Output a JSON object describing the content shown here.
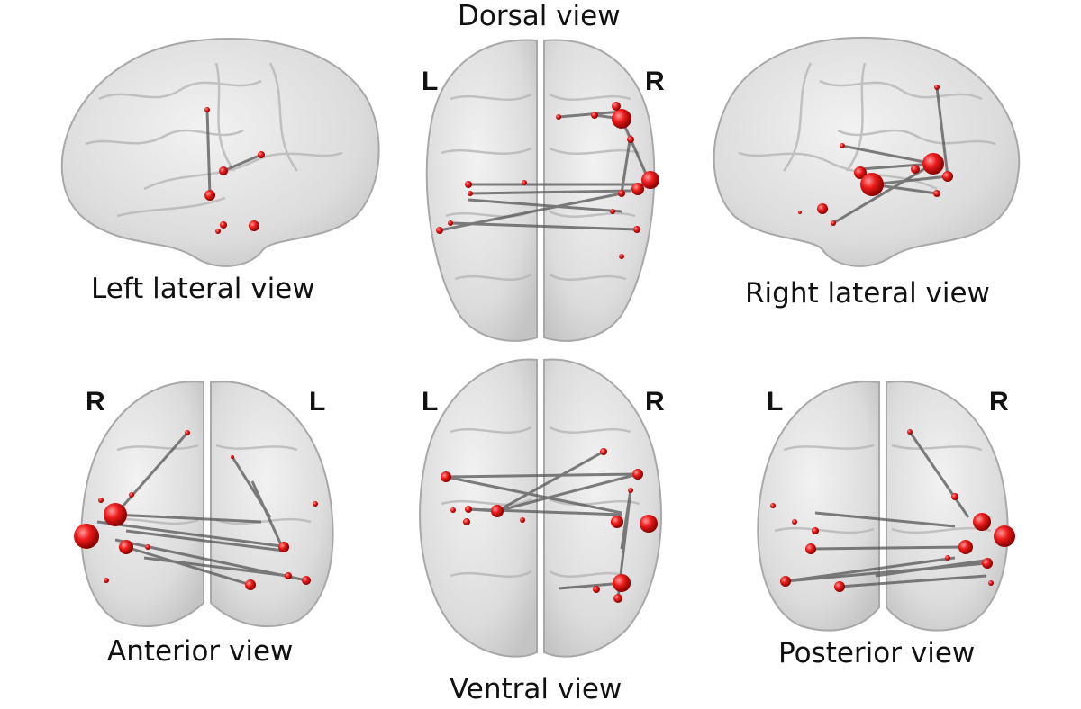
{
  "views": {
    "dorsal": "Dorsal view",
    "left_lateral": "Left lateral view",
    "right_lateral": "Right lateral view",
    "anterior": "Anterior view",
    "ventral": "Ventral view",
    "posterior": "Posterior view"
  },
  "sides": {
    "dorsal_left": "L",
    "dorsal_right": "R",
    "anterior_right": "R",
    "anterior_left": "L",
    "ventral_left": "L",
    "ventral_right": "R",
    "posterior_left": "L",
    "posterior_right": "R"
  },
  "colors": {
    "brain_fill": "#d9d9d9",
    "brain_edge": "#a8a8a8",
    "node": "#e41414",
    "edge": "#555555"
  }
}
